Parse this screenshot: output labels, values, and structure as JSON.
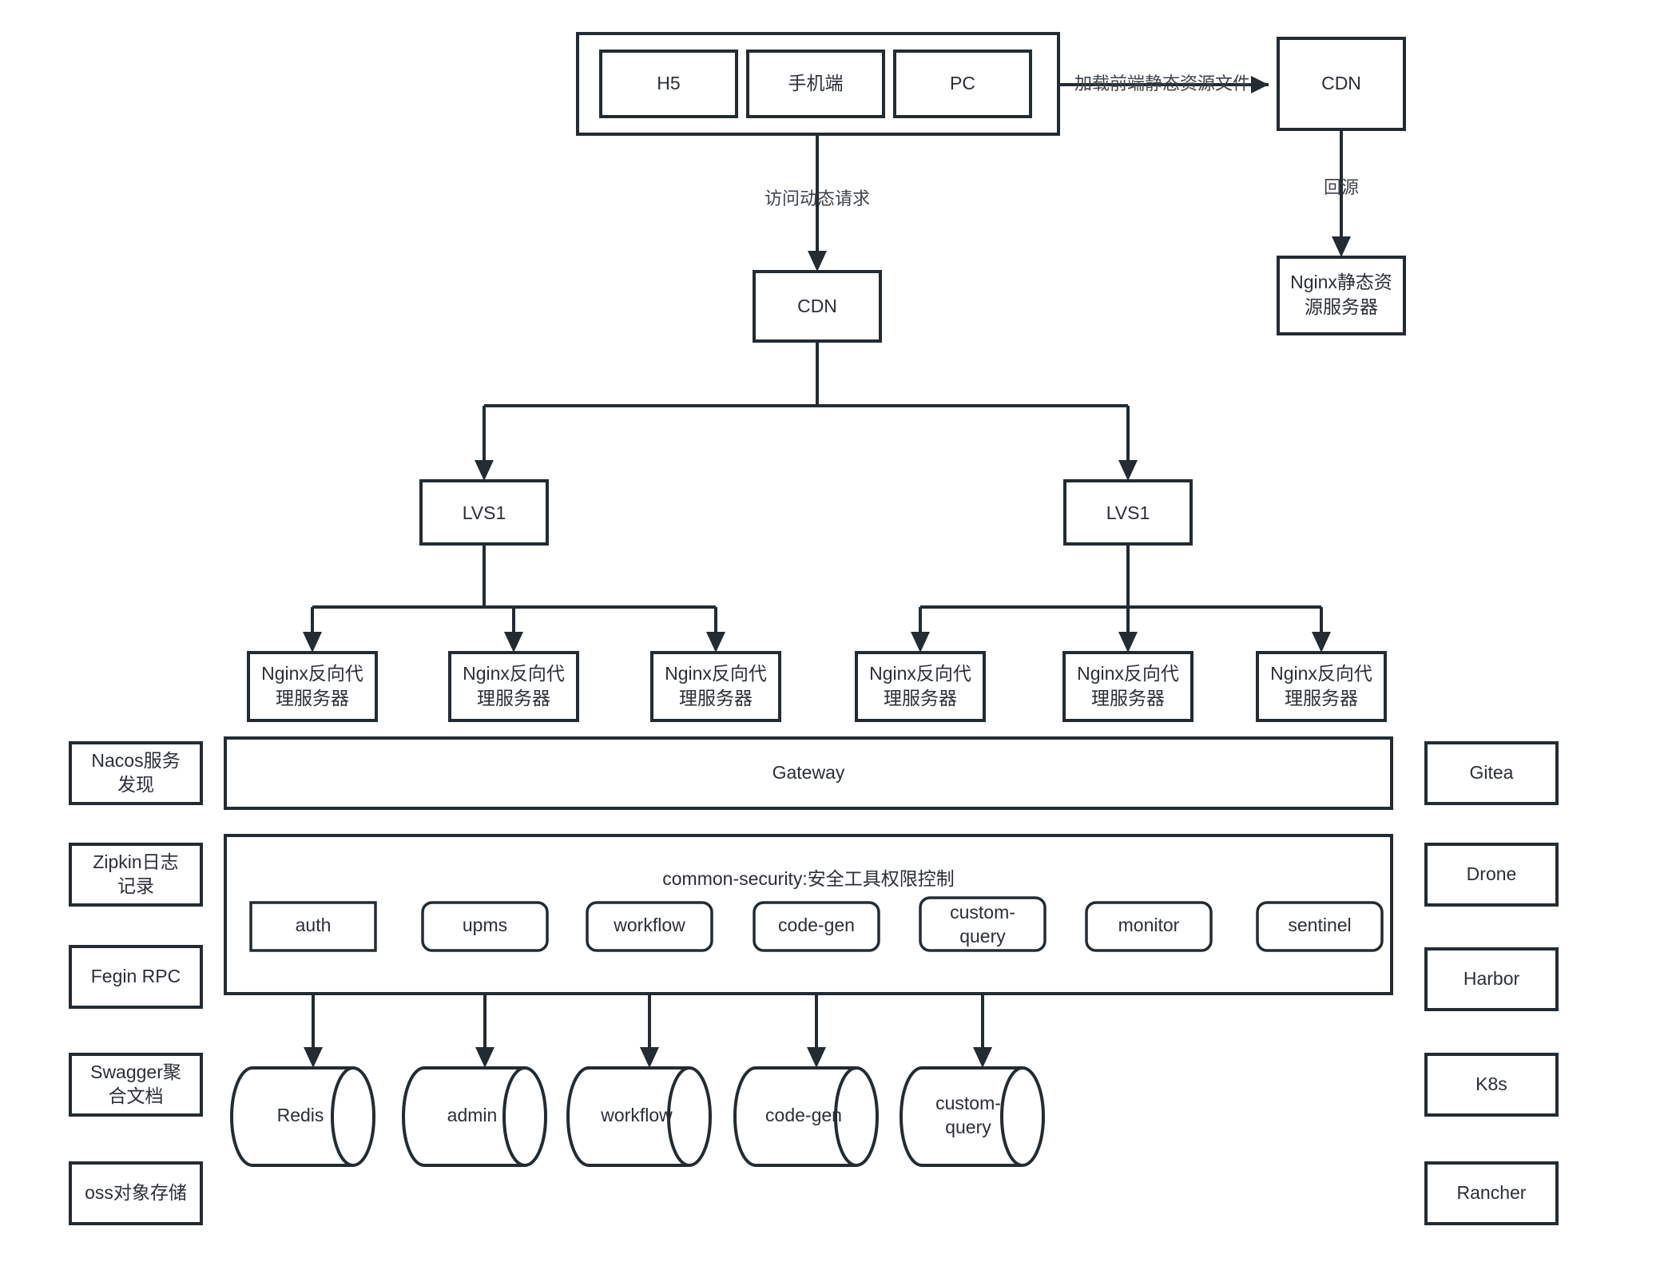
{
  "diagram": {
    "title": "微服务架构图",
    "background_color": "#ffffff",
    "line_color": "#232b33",
    "text_color": "#2b2f36"
  },
  "clients": {
    "group_label": "",
    "items": [
      {
        "label": "H5"
      },
      {
        "label": "手机端"
      },
      {
        "label": "PC"
      }
    ]
  },
  "cdn_static": {
    "label": "CDN"
  },
  "nginx_static": {
    "line1": "Nginx静态资",
    "line2": "源服务器"
  },
  "cdn_dynamic": {
    "label": "CDN"
  },
  "edge_labels": {
    "load_static": "加载前端静态资源文件",
    "back_to_origin": "回源",
    "dynamic_request": "访问动态请求"
  },
  "lvs": [
    {
      "label": "LVS1"
    },
    {
      "label": "LVS1"
    }
  ],
  "nginx_proxies": [
    {
      "line1": "Nginx反向代",
      "line2": "理服务器"
    },
    {
      "line1": "Nginx反向代",
      "line2": "理服务器"
    },
    {
      "line1": "Nginx反向代",
      "line2": "理服务器"
    },
    {
      "line1": "Nginx反向代",
      "line2": "理服务器"
    },
    {
      "line1": "Nginx反向代",
      "line2": "理服务器"
    },
    {
      "line1": "Nginx反向代",
      "line2": "理服务器"
    }
  ],
  "gateway": {
    "label": "Gateway"
  },
  "security_band": {
    "label": "common-security:安全工具权限控制"
  },
  "services": [
    {
      "label": "auth",
      "rounded": false
    },
    {
      "label": "upms",
      "rounded": true
    },
    {
      "label": "workflow",
      "rounded": true
    },
    {
      "label": "code-gen",
      "rounded": true
    },
    {
      "line1": "custom-",
      "line2": "query",
      "rounded": true
    },
    {
      "label": "monitor",
      "rounded": true
    },
    {
      "label": "sentinel",
      "rounded": true
    }
  ],
  "datastores": [
    {
      "label": "Redis"
    },
    {
      "label": "admin"
    },
    {
      "label": "workflow"
    },
    {
      "label": "code-gen"
    },
    {
      "line1": "custom-",
      "line2": "query"
    }
  ],
  "left_column": [
    {
      "line1": "Nacos服务",
      "line2": "发现"
    },
    {
      "line1": "Zipkin日志",
      "line2": "记录"
    },
    {
      "label": "Fegin RPC"
    },
    {
      "line1": "Swagger聚",
      "line2": "合文档"
    },
    {
      "label": "oss对象存储"
    }
  ],
  "right_column": [
    {
      "label": "Gitea"
    },
    {
      "label": "Drone"
    },
    {
      "label": "Harbor"
    },
    {
      "label": "K8s"
    },
    {
      "label": "Rancher"
    }
  ]
}
